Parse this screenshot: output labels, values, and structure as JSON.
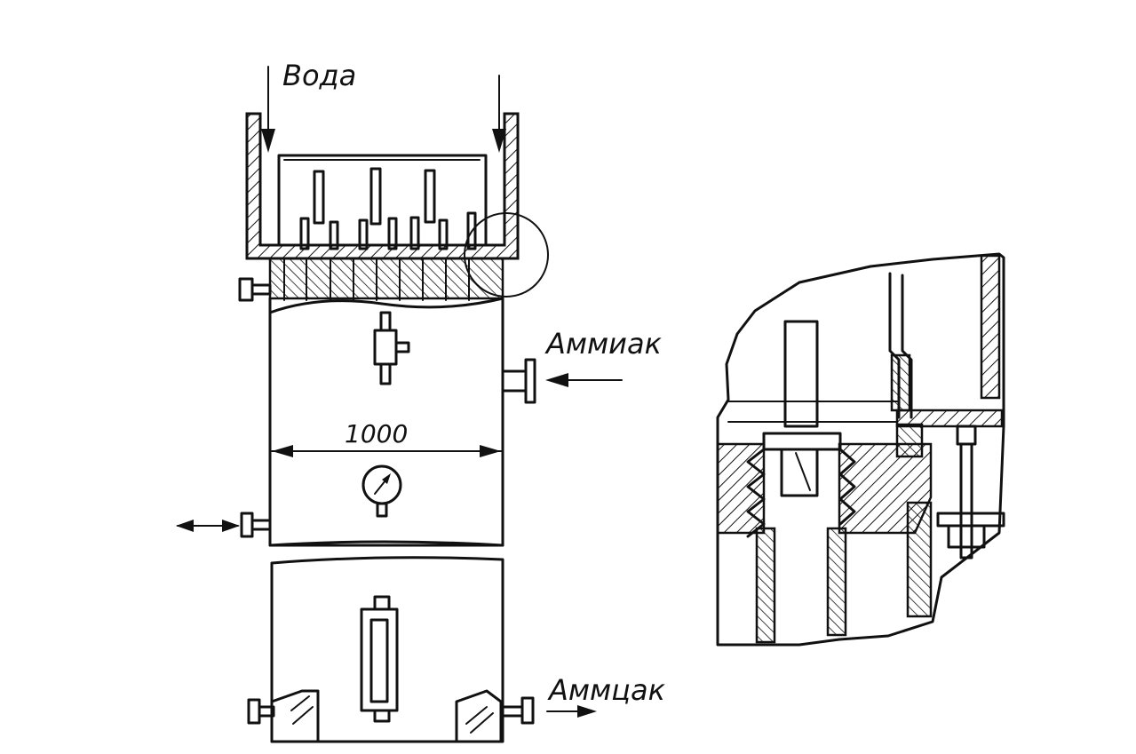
{
  "labels": {
    "water": "Вода",
    "ammonia_in": "Аммиак",
    "ammonia_out": "Аммцак",
    "dimension": "1000"
  },
  "colors": {
    "ink": "#111111",
    "paper": "#ffffff"
  },
  "icons": [
    "arrow-down-icon",
    "arrow-left-icon",
    "arrow-right-icon",
    "double-arrow-icon",
    "pressure-gauge-icon",
    "sight-glass-icon",
    "valve-icon"
  ]
}
